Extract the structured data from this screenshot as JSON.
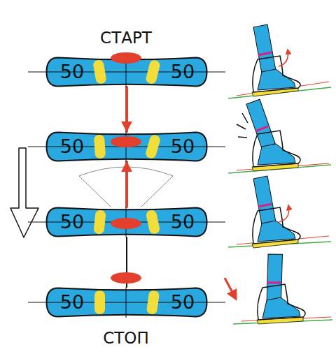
{
  "diagram": {
    "nodes": [
      {
        "text": [
          "50",
          "50"
        ]
      },
      {
        "text": [
          "50",
          "50"
        ]
      },
      {
        "text": [
          "50",
          "50"
        ]
      },
      {
        "text": [
          "50",
          "50"
        ]
      }
    ],
    "edges": [
      {
        "from": 0,
        "to": 1,
        "arrow": "to"
      },
      {
        "from": 2,
        "to": 1,
        "arrow": "to"
      },
      {
        "from": 2,
        "to": 3,
        "arrow": "none"
      }
    ],
    "labels": [
      "СТАРТ",
      "СТОП"
    ]
  }
}
